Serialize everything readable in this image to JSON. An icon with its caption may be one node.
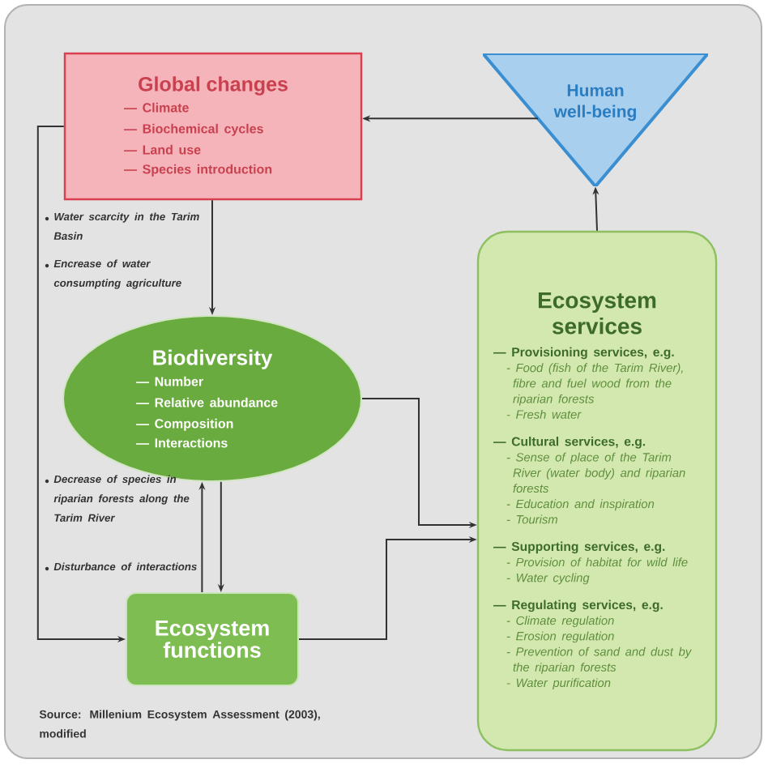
{
  "diagram": {
    "nodes": [
      {
        "text": [
          "Global changes",
          "— Climate",
          "— Biochemical cycles",
          "— Land use",
          "— Species introduction"
        ]
      },
      {
        "text": [
          "Human well-being"
        ]
      },
      {
        "text": [
          "Biodiversity",
          "— Number",
          "— Relative abundance",
          "— Composition",
          "— Interactions"
        ]
      },
      {
        "text": [
          "Ecosystem services",
          "— Provisioning services, e.g.",
          "- Food (fish of the Tarim River), fibre and fuel wood from the riparian forests",
          "- Fresh water",
          "— Cultural services, e.g.",
          "- Sense of place of the Tarim River (water body) and riparian forests",
          "- Education and inspiration",
          "- Tourism",
          "— Supporting services, e.g.",
          "- Provision of habitat for wild life",
          "- Water cycling",
          "— Regulating services, e.g.",
          "- Climate regulation",
          "- Erosion regulation",
          "- Prevention of sand and dust by the riparian forests",
          "- Water purification"
        ]
      },
      {
        "text": [
          "Ecosystem functions"
        ]
      }
    ],
    "edges": [
      {
        "from": 1,
        "to": 0,
        "arrow": "to"
      },
      {
        "from": 3,
        "to": 1,
        "arrow": "to"
      },
      {
        "from": 0,
        "to": 2,
        "arrow": "to"
      },
      {
        "from": 0,
        "to": 4,
        "arrow": "to"
      },
      {
        "from": 2,
        "to": 4,
        "arrow": "to"
      },
      {
        "from": 4,
        "to": 2,
        "arrow": "to"
      },
      {
        "from": 2,
        "to": 3,
        "arrow": "to"
      },
      {
        "from": 4,
        "to": 3,
        "arrow": "to"
      }
    ],
    "labels": [
      "Water scarcity in the Tarim Basin",
      "Encrease of water consumpting agriculture",
      "Decrease of species in riparian forests along the Tarim River",
      "Disturbance of interactions",
      "Source: Millenium Ecosystem Assessment (2003), modified"
    ]
  }
}
